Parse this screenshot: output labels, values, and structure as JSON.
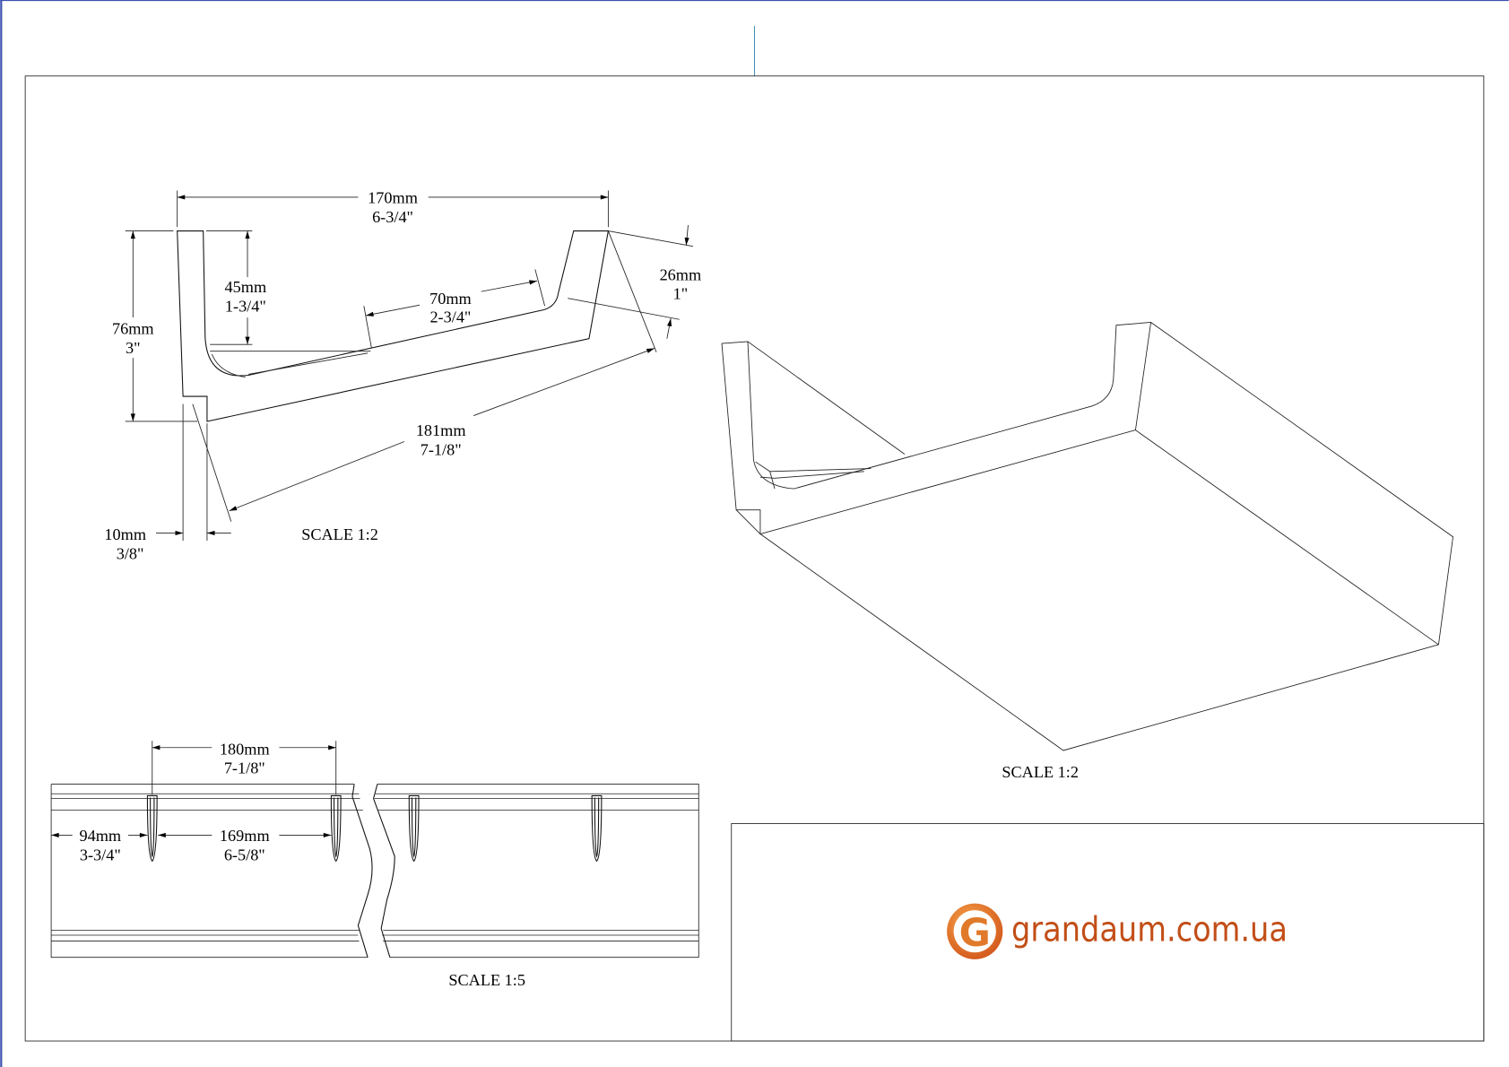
{
  "section_view": {
    "width_mm": "170mm",
    "width_in": "6-3/4\"",
    "height_mm": "76mm",
    "height_in": "3\"",
    "depth_mm": "45mm",
    "depth_in": "1-3/4\"",
    "floor_mm": "70mm",
    "floor_in": "2-3/4\"",
    "lip_mm": "26mm",
    "lip_in": "1\"",
    "diag_mm": "181mm",
    "diag_in": "7-1/8\"",
    "wall_mm": "10mm",
    "wall_in": "3/8\"",
    "scale": "SCALE  1:2"
  },
  "iso_view": {
    "scale": "SCALE  1:2"
  },
  "plan_view": {
    "pitch_mm": "180mm",
    "pitch_in": "7-1/8\"",
    "edge_mm": "94mm",
    "edge_in": "3-3/4\"",
    "slot_mm": "169mm",
    "slot_in": "6-5/8\"",
    "scale": "SCALE  1:5"
  },
  "title_block": {
    "logo_letter": "G",
    "logo_text": "grandaum.com.ua",
    "brand_color": "#c24e17"
  }
}
